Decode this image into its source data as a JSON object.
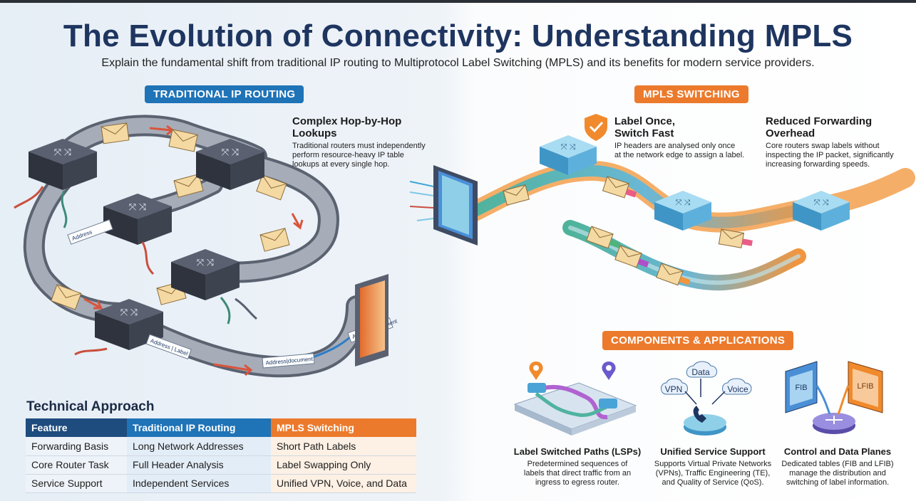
{
  "title": "The Evolution of Connectivity: Understanding MPLS",
  "subtitle": "Explain the fundamental shift from traditional IP routing to Multiprotocol Label Switching (MPLS) and its benefits for modern service providers.",
  "traditional": {
    "pill": "TRADITIONAL IP ROUTING",
    "callout_title_1": "Complex Hop-by-Hop",
    "callout_title_2": "Lookups",
    "callout_body_1": "Traditional routers must independently",
    "callout_body_2": "perform resource-heavy IP table",
    "callout_body_3": "lookups at every single hop.",
    "packet_labels": [
      "Address",
      "Address | Label",
      "Address|document",
      "Address|document"
    ]
  },
  "mpls": {
    "pill": "MPLS SWITCHING",
    "callout1_title_1": "Label Once,",
    "callout1_title_2": "Switch Fast",
    "callout1_body_1": "IP headers are analysed only once",
    "callout1_body_2": "at the network edge to assign a label.",
    "callout2_title_1": "Reduced Forwarding",
    "callout2_title_2": "Overhead",
    "callout2_body_1": "Core routers swap labels without",
    "callout2_body_2": "inspecting the IP packet, significantly",
    "callout2_body_3": "increasing forwarding speeds."
  },
  "technical": {
    "title": "Technical Approach",
    "headers": [
      "Feature",
      "Traditional IP Routing",
      "MPLS Switching"
    ],
    "rows": [
      [
        "Forwarding Basis",
        "Long Network Addresses",
        "Short Path Labels"
      ],
      [
        "Core Router Task",
        "Full Header Analysis",
        "Label Swapping Only"
      ],
      [
        "Service Support",
        "Independent Services",
        "Unified VPN, Voice, and Data"
      ]
    ]
  },
  "components": {
    "pill": "COMPONENTS & APPLICATIONS",
    "items": [
      {
        "title": "Label Switched Paths (LSPs)",
        "body_1": "Predetermined sequences of",
        "body_2": "labels that direct traffic from an",
        "body_3": "ingress to egress router."
      },
      {
        "title": "Unified Service Support",
        "body_1": "Supports Virtual Private Networks",
        "body_2": "(VPNs), Traffic Engineering (TE),",
        "body_3": "and Quality of Service (QoS).",
        "icon_labels": [
          "Data",
          "VPN",
          "Voice"
        ]
      },
      {
        "title": "Control and Data Planes",
        "body_1": "Dedicated tables (FIB and LFIB)",
        "body_2": "manage the distribution and",
        "body_3": "switching of label information.",
        "icon_labels": [
          "FIB",
          "LFIB"
        ]
      }
    ]
  },
  "colors": {
    "navy": "#1e3560",
    "blue": "#1f73b7",
    "orange": "#ec7a2c",
    "road": "#5b6270",
    "router_dark": "#3a3f4b",
    "router_blue": "#7cc2e6"
  }
}
